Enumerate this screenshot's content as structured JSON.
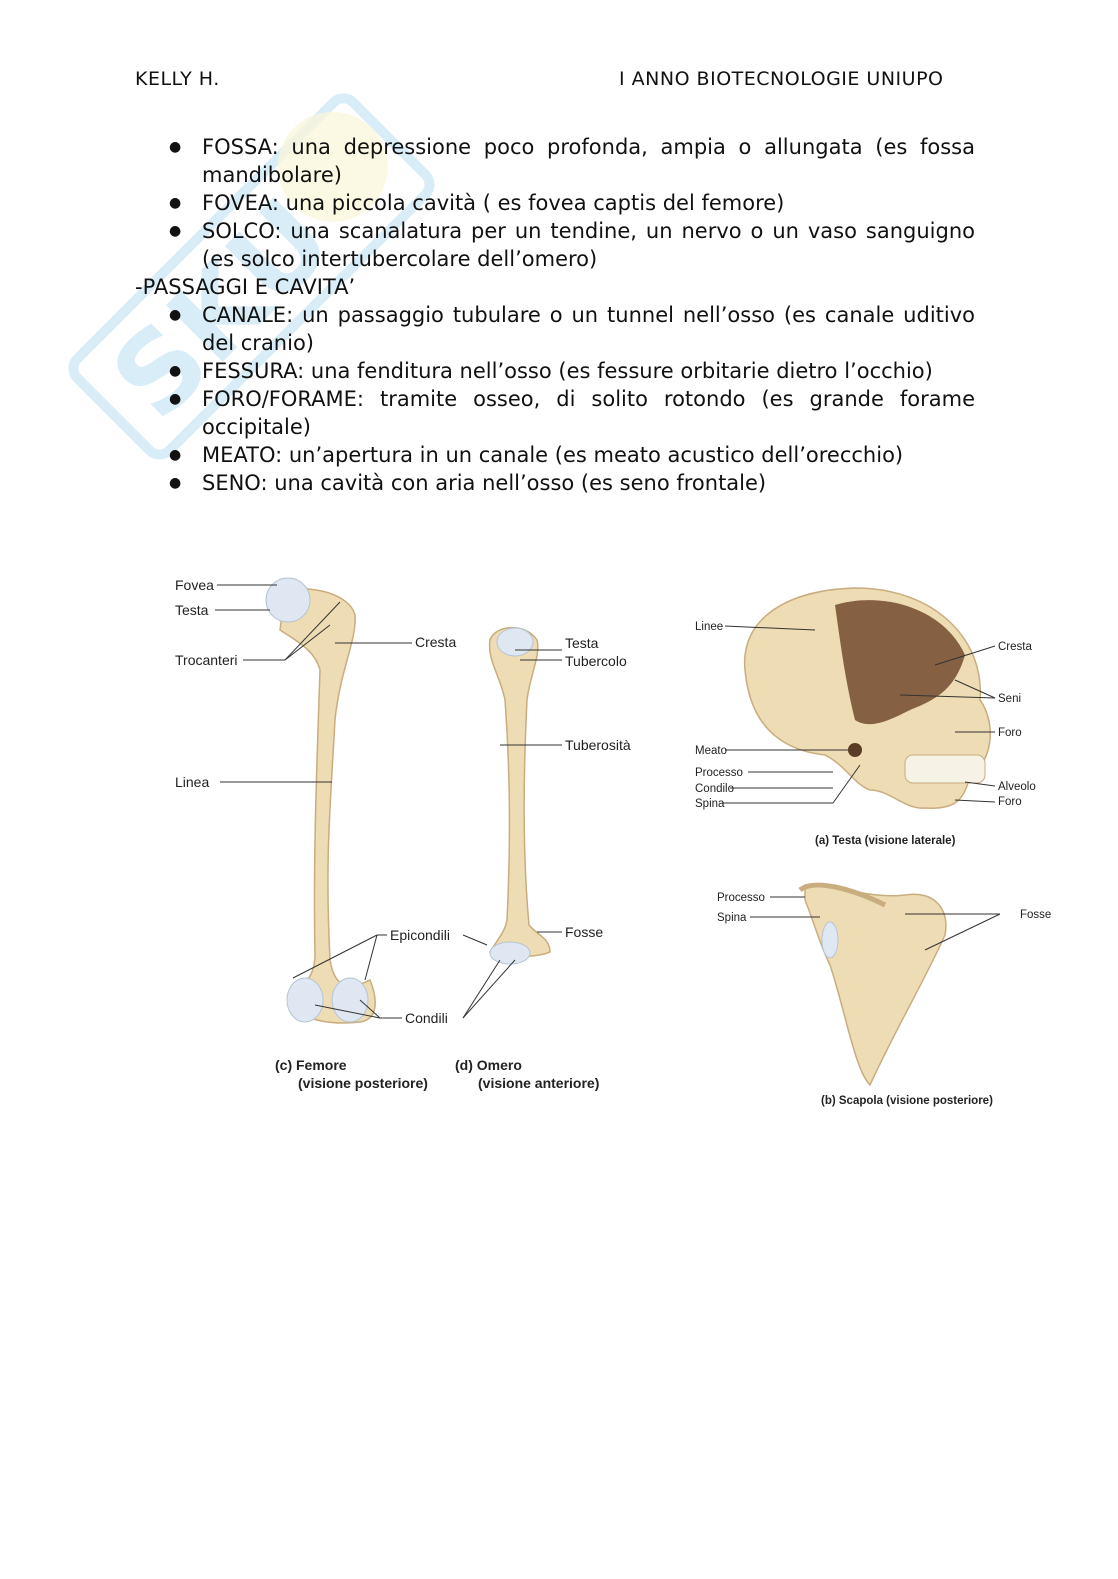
{
  "header": {
    "author": "KELLY H.",
    "course": "I ANNO BIOTECNOLOGIE UNIUPO"
  },
  "list_intro": [
    {
      "term": "FOSSA:",
      "text": " una depressione poco profonda, ampia  o  allungata (es fossa mandibolare)"
    },
    {
      "term": "FOVEA:",
      "text": " una piccola cavità ( es fovea captis del femore)"
    },
    {
      "term": "SOLCO:",
      "text": " una scanalatura per un tendine, un nervo o un vaso sanguigno (es solco intertubercolare dell’omero)"
    }
  ],
  "section_heading": "-PASSAGGI E CAVITA’",
  "list_passaggi": [
    {
      "term": "CANALE:",
      "text": " un passaggio tubulare o un tunnel nell’osso (es canale uditivo del cranio)"
    },
    {
      "term": "FESSURA:",
      "text": " una fenditura nell’osso (es fessure orbitarie dietro l’occhio)"
    },
    {
      "term": "FORO/FORAME:",
      "text": " tramite osseo, di solito rotondo (es grande forame occipitale)"
    },
    {
      "term": "MEATO:",
      "text": " un’apertura in un canale  (es meato acustico dell’orecchio)"
    },
    {
      "term": "SENO:",
      "text": " una cavità con aria nell’osso (es seno frontale)"
    }
  ],
  "figure": {
    "femur_labels": {
      "fovea": "Fovea",
      "testa": "Testa",
      "trocanteri": "Trocanteri",
      "cresta": "Cresta",
      "linea": "Linea",
      "epicondili": "Epicondili",
      "condili": "Condili"
    },
    "humerus_labels": {
      "testa": "Testa",
      "tubercolo": "Tubercolo",
      "tuberosita": "Tuberosità",
      "fosse": "Fosse"
    },
    "femur_caption": {
      "line1": "(c) Femore",
      "line2": "(visione posteriore)"
    },
    "humerus_caption": {
      "line1": "(d) Omero",
      "line2": "(visione anteriore)"
    },
    "skull_labels": {
      "linee": "Linee",
      "cresta": "Cresta",
      "seni": "Seni",
      "foro1": "Foro",
      "meato": "Meato",
      "processo": "Processo",
      "condilo": "Condilo",
      "spina": "Spina",
      "alveolo": "Alveolo",
      "foro2": "Foro"
    },
    "skull_caption": "(a) Testa (visione laterale)",
    "scapula_labels": {
      "processo": "Processo",
      "spina": "Spina",
      "fosse": "Fosse"
    },
    "scapula_caption": "(b) Scapola (visione posteriore)"
  },
  "colors": {
    "bone": "#eedcb4",
    "bone_shade": "#c9ad7f",
    "cartilage": "#dfe8f2",
    "watermark": "#bcdff2"
  }
}
